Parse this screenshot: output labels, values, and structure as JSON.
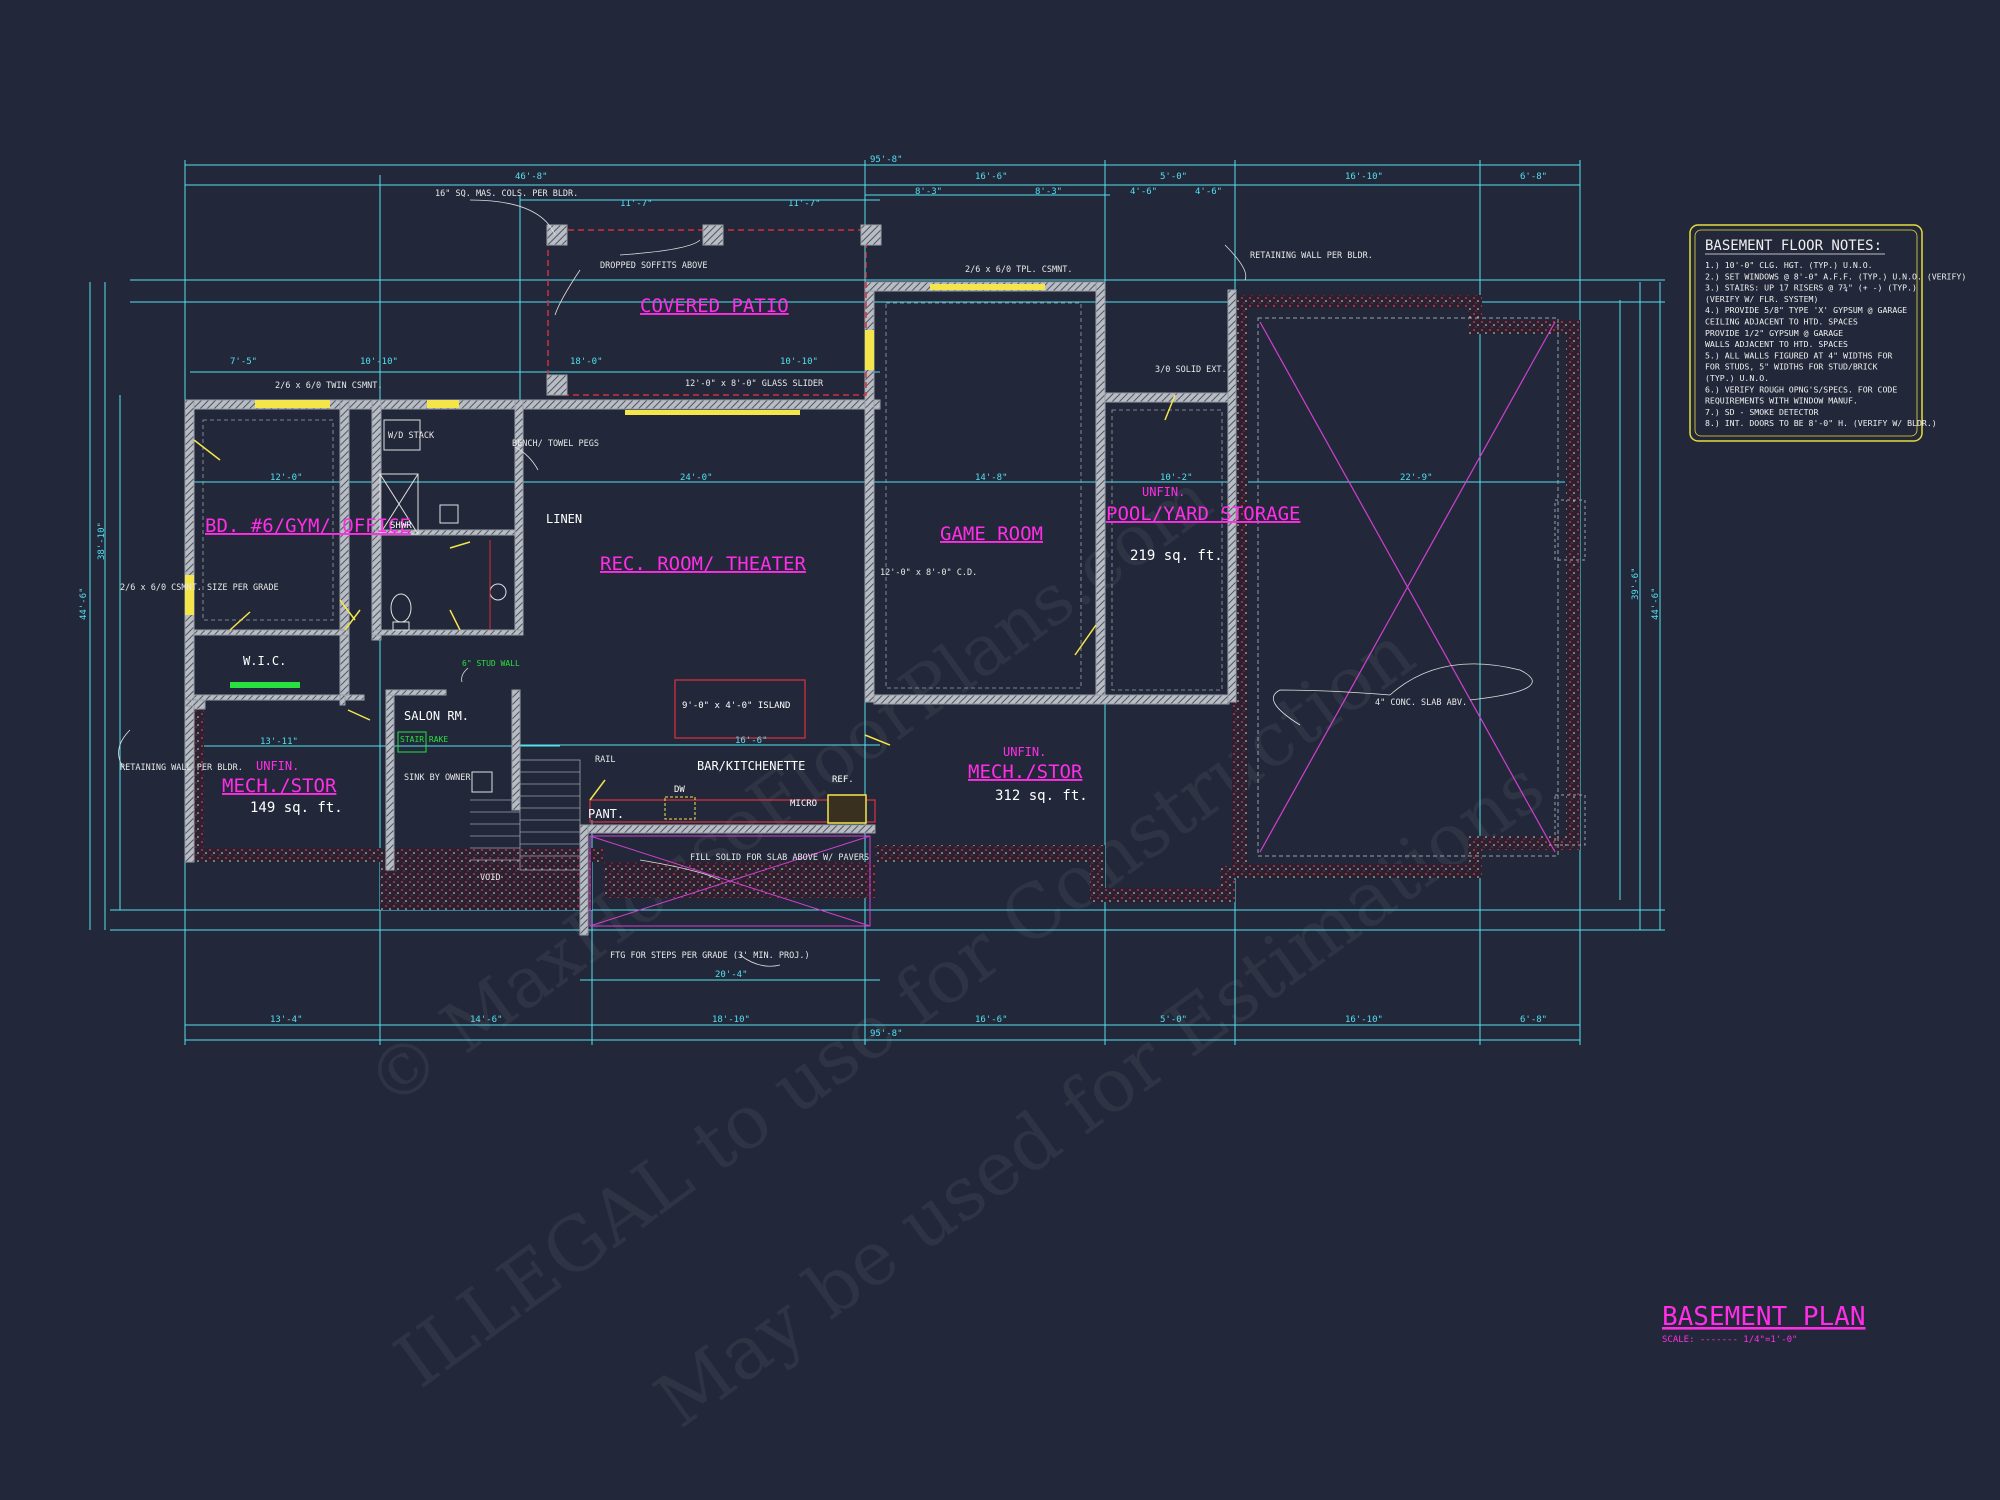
{
  "watermark": {
    "line1": "© MaxHouseFloorPlans.com",
    "line2": "ILLEGAL to use for Construction",
    "line3": "May be used for Estimations"
  },
  "colors": {
    "background": "#222839",
    "wall": "#9aa0a8",
    "dimension": "#53e0f0",
    "room_label": "#ff2ee6",
    "window": "#f4e64a",
    "note_box": "#e6dc3c",
    "foundation": "#c0283c",
    "green_note": "#28e040"
  },
  "rooms": {
    "covered_patio": "COVERED PATIO",
    "bd6": "BD. #6/GYM/ OFFICE",
    "rec_room": "REC. ROOM/ THEATER",
    "game_room": "GAME ROOM",
    "pool_storage_unfin": "UNFIN.",
    "pool_storage": "POOL/YARD STORAGE",
    "pool_storage_area": "219 sq. ft.",
    "mech_left_unfin": "UNFIN.",
    "mech_left": "MECH./STOR",
    "mech_left_area": "149 sq. ft.",
    "mech_center_unfin": "UNFIN.",
    "mech_center": "MECH./STOR",
    "mech_center_area": "312 sq. ft.",
    "wic": "W.I.C.",
    "salon": "SALON RM.",
    "bar": "BAR/KITCHENETTE",
    "pant": "PANT.",
    "linen": "LINEN",
    "shwr": "SHWR",
    "island": "9'-0\" x 4'-0\" ISLAND",
    "dw": "DW",
    "micro": "MICRO",
    "ref": "REF."
  },
  "callouts": {
    "cols": "16\" SQ. MAS. COLS. PER BLDR.",
    "dropped": "DROPPED SOFFITS ABOVE",
    "retaining_top": "RETAINING WALL PER BLDR.",
    "retaining_left": "RETAINING WALL PER BLDR.",
    "slab": "4\" CONC. SLAB ABV.",
    "fill": "FILL SOLID FOR SLAB ABOVE W/ PAVERS",
    "ftg": "FTG FOR STEPS PER GRADE (3' MIN. PROJ.)",
    "stud_wall": "6\" STUD WALL",
    "bench": "BENCH/ TOWEL PEGS",
    "sink": "SINK BY OWNER",
    "glass_slider": "12'-0\" x 8'-0\" GLASS SLIDER",
    "cd": "12'-0\" x 8'-0\" C.D.",
    "tpl": "2/6 x 6/0 TPL. CSMNT.",
    "twin": "2/6 x 6/0 TWIN CSMNT.",
    "wd": "W/D STACK",
    "solid": "3/0 SOLID EXT.",
    "csmnt_left": "2/6 x 6/0 CSMNT. SIZE PER GRADE",
    "void": "VOID",
    "rail": "RAIL",
    "stair_rake": "STAIR RAKE"
  },
  "dimensions": {
    "overall": "95'-8\"",
    "left_top": "46'-8\"",
    "d16_6": "16'-6\"",
    "d5_0": "5'-0\"",
    "d16_10": "16'-10\"",
    "d6_8": "6'-8\"",
    "d8_3": "8'-3\"",
    "d4_6": "4'-6\"",
    "d11_7": "11'-7\"",
    "d18_0": "18'-0\"",
    "d10_10": "10'-10\"",
    "d7_5": "7'-5\"",
    "d12_0": "12'-0\"",
    "d24_0": "24'-0\"",
    "d14_8": "14'-8\"",
    "d10_2": "10'-2\"",
    "d22_9": "22'-9\"",
    "d13_11": "13'-11\"",
    "d13_4": "13'-4\"",
    "d14_6": "14'-6\"",
    "d18_10": "18'-10\"",
    "d20_4": "20'-4\"",
    "d44_6": "44'-6\"",
    "d38_10": "38'-10\"",
    "d39_6": "39'-6\""
  },
  "notes": {
    "title": "BASEMENT FLOOR NOTES:",
    "lines": [
      "1.) 10'-0\" CLG. HGT. (TYP.) U.N.O.",
      "2.) SET WINDOWS @ 8'-0\" A.F.F. (TYP.) U.N.O. (VERIFY)",
      "3.) STAIRS: UP 17 RISERS @ 7¾\" (+ -) (TYP.)",
      "    (VERIFY W/ FLR. SYSTEM)",
      "4.) PROVIDE 5/8\" TYPE 'X' GYPSUM @ GARAGE",
      "    CEILING ADJACENT TO HTD. SPACES",
      "    PROVIDE 1/2\" GYPSUM @ GARAGE",
      "    WALLS ADJACENT TO HTD. SPACES",
      "5.) ALL WALLS FIGURED AT 4\" WIDTHS FOR",
      "    FOR STUDS, 5\" WIDTHS FOR STUD/BRICK",
      "    (TYP.) U.N.O.",
      "6.) VERIFY ROUGH OPNG'S/SPECS. FOR CODE",
      "    REQUIREMENTS WITH WINDOW MANUF.",
      "7.) SD - SMOKE DETECTOR",
      "8.) INT. DOORS TO BE 8'-0\" H. (VERIFY W/ BLDR.)"
    ]
  },
  "title": {
    "main": "BASEMENT PLAN",
    "scale": "SCALE: ------- 1/4\"=1'-0\""
  }
}
